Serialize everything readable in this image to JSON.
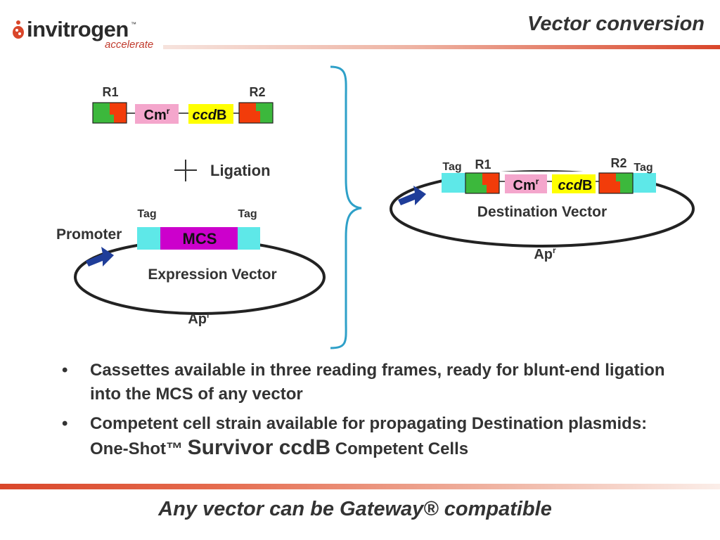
{
  "logo": {
    "word": "invitrogen",
    "tm": "™",
    "tagline": "accelerate"
  },
  "title": "Vector conversion",
  "cassette": {
    "r1": "R1",
    "r2": "R2",
    "cm": "Cm",
    "cm_sup": "r",
    "ccd_italic": "ccd",
    "ccd_b": "B"
  },
  "ligation": {
    "plus": "+",
    "label": "Ligation"
  },
  "expression": {
    "promoter": "Promoter",
    "tag_left": "Tag",
    "tag_right": "Tag",
    "mcs": "MCS",
    "name": "Expression Vector",
    "ap": "Ap",
    "ap_sup": "r"
  },
  "destination": {
    "tag_left": "Tag",
    "tag_right": "Tag",
    "r1": "R1",
    "r2": "R2",
    "cm": "Cm",
    "cm_sup": "r",
    "ccd_italic": "ccd",
    "ccd_b": "B",
    "name": "Destination Vector",
    "ap": "Ap",
    "ap_sup": "r"
  },
  "bullets": {
    "b1": "Cassettes available in three reading frames, ready for blunt-end ligation into the MCS of any vector",
    "b2_pre": "Competent cell strain available for propagating Destination plasmids:  One-Shot™ ",
    "b2_big": "Survivor ccdB",
    "b2_post": " Competent Cells"
  },
  "footer": "Any vector can be Gateway® compatible",
  "colors": {
    "accent_red": "#d9462a",
    "green": "#3cb83c",
    "orange_red": "#f23c0a",
    "pink": "#f4a6cc",
    "yellow": "#ffff00",
    "cyan": "#5ee8e8",
    "magenta": "#cc00cc",
    "navy": "#1f3d99",
    "brace": "#2ea0c8"
  }
}
